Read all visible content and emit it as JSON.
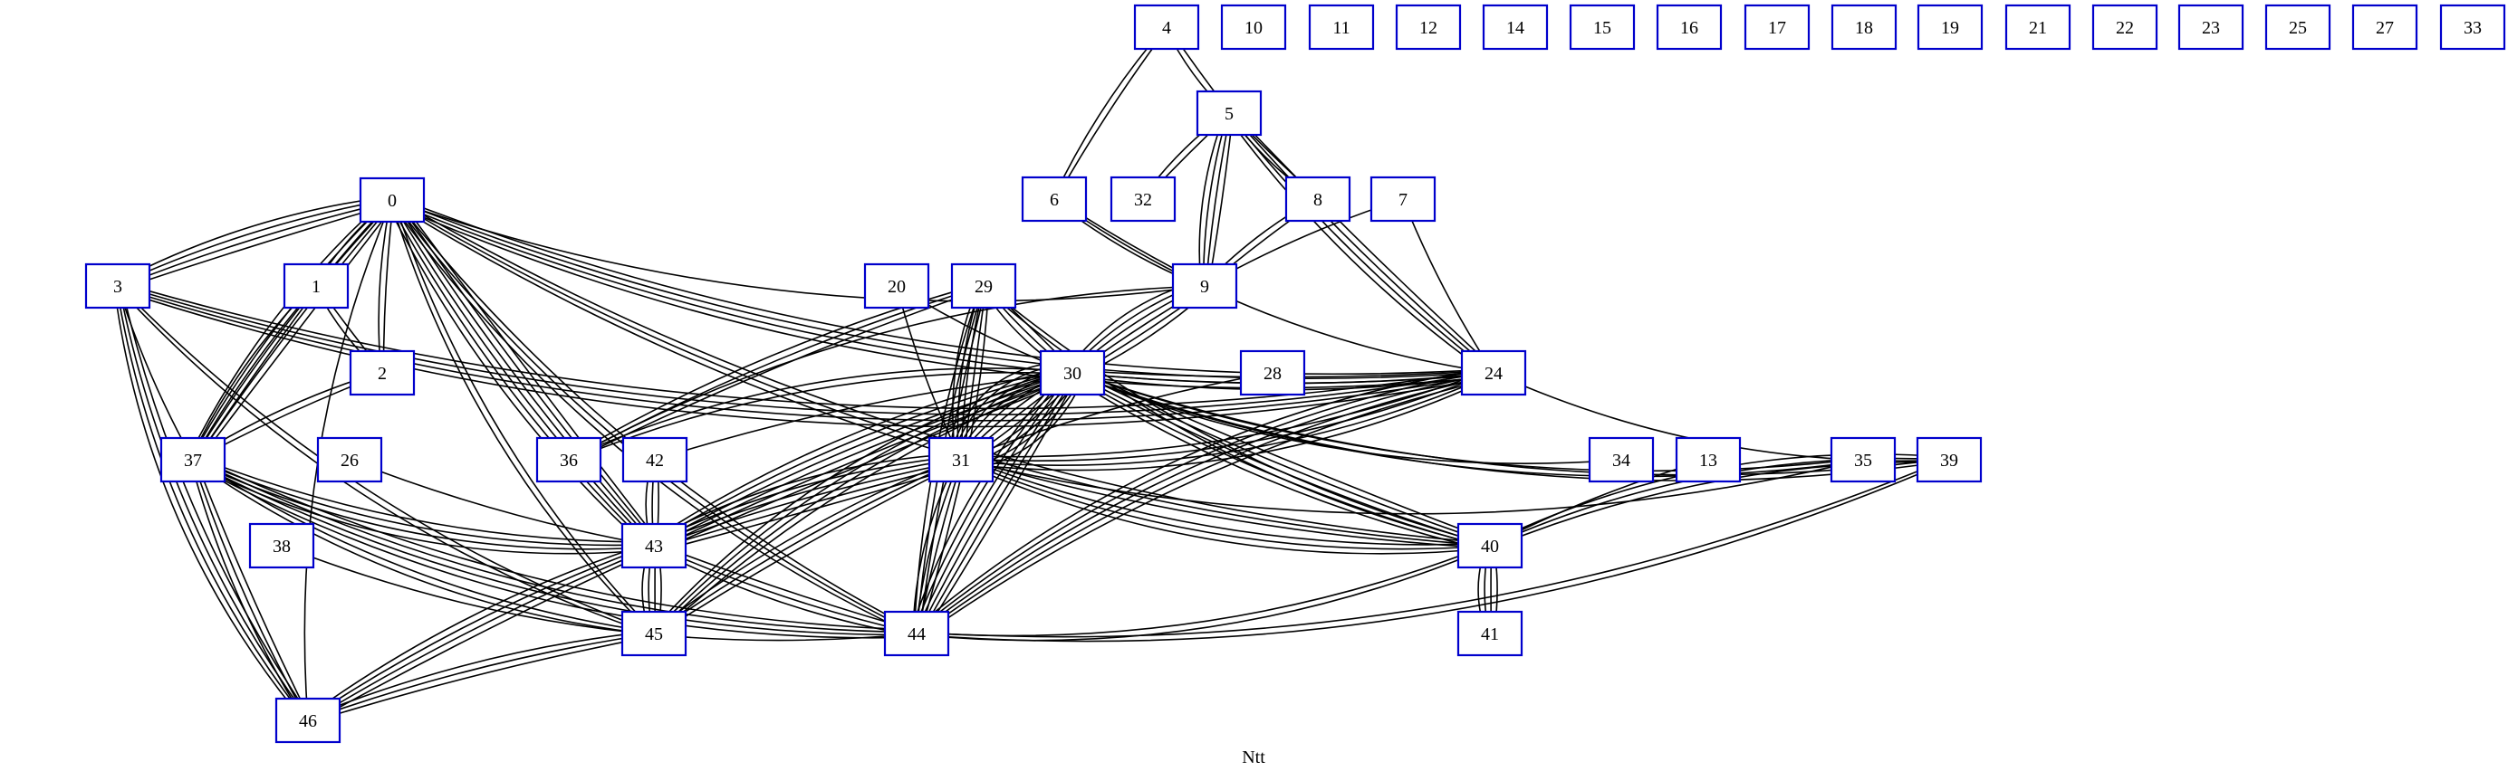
{
  "graph": {
    "title": "Ntt",
    "node_border_color": "#0000cc",
    "edge_color": "#000000",
    "nodes": [
      {
        "id": "0",
        "label": "0"
      },
      {
        "id": "1",
        "label": "1"
      },
      {
        "id": "2",
        "label": "2"
      },
      {
        "id": "3",
        "label": "3"
      },
      {
        "id": "4",
        "label": "4"
      },
      {
        "id": "5",
        "label": "5"
      },
      {
        "id": "6",
        "label": "6"
      },
      {
        "id": "7",
        "label": "7"
      },
      {
        "id": "8",
        "label": "8"
      },
      {
        "id": "9",
        "label": "9"
      },
      {
        "id": "10",
        "label": "10"
      },
      {
        "id": "11",
        "label": "11"
      },
      {
        "id": "12",
        "label": "12"
      },
      {
        "id": "13",
        "label": "13"
      },
      {
        "id": "14",
        "label": "14"
      },
      {
        "id": "15",
        "label": "15"
      },
      {
        "id": "16",
        "label": "16"
      },
      {
        "id": "17",
        "label": "17"
      },
      {
        "id": "18",
        "label": "18"
      },
      {
        "id": "19",
        "label": "19"
      },
      {
        "id": "20",
        "label": "20"
      },
      {
        "id": "21",
        "label": "21"
      },
      {
        "id": "22",
        "label": "22"
      },
      {
        "id": "23",
        "label": "23"
      },
      {
        "id": "24",
        "label": "24"
      },
      {
        "id": "25",
        "label": "25"
      },
      {
        "id": "26",
        "label": "26"
      },
      {
        "id": "27",
        "label": "27"
      },
      {
        "id": "28",
        "label": "28"
      },
      {
        "id": "29",
        "label": "29"
      },
      {
        "id": "30",
        "label": "30"
      },
      {
        "id": "31",
        "label": "31"
      },
      {
        "id": "32",
        "label": "32"
      },
      {
        "id": "33",
        "label": "33"
      },
      {
        "id": "34",
        "label": "34"
      },
      {
        "id": "35",
        "label": "35"
      },
      {
        "id": "36",
        "label": "36"
      },
      {
        "id": "37",
        "label": "37"
      },
      {
        "id": "38",
        "label": "38"
      },
      {
        "id": "39",
        "label": "39"
      },
      {
        "id": "40",
        "label": "40"
      },
      {
        "id": "41",
        "label": "41"
      },
      {
        "id": "42",
        "label": "42"
      },
      {
        "id": "43",
        "label": "43"
      },
      {
        "id": "44",
        "label": "44"
      },
      {
        "id": "45",
        "label": "45"
      },
      {
        "id": "46",
        "label": "46"
      }
    ],
    "edges": [
      [
        "4",
        "5",
        2
      ],
      [
        "4",
        "6",
        2
      ],
      [
        "5",
        "32",
        2
      ],
      [
        "5",
        "8",
        2
      ],
      [
        "5",
        "9",
        4
      ],
      [
        "5",
        "24",
        4
      ],
      [
        "6",
        "9",
        2
      ],
      [
        "6",
        "24",
        1
      ],
      [
        "7",
        "9",
        1
      ],
      [
        "7",
        "24",
        1
      ],
      [
        "8",
        "9",
        2
      ],
      [
        "9",
        "30",
        6
      ],
      [
        "9",
        "36",
        1
      ],
      [
        "0",
        "1",
        2
      ],
      [
        "0",
        "2",
        2
      ],
      [
        "0",
        "3",
        4
      ],
      [
        "0",
        "37",
        5
      ],
      [
        "0",
        "43",
        6
      ],
      [
        "0",
        "45",
        2
      ],
      [
        "0",
        "46",
        1
      ],
      [
        "0",
        "24",
        4
      ],
      [
        "0",
        "9",
        1
      ],
      [
        "0",
        "40",
        3
      ],
      [
        "0",
        "44",
        3
      ],
      [
        "1",
        "2",
        2
      ],
      [
        "1",
        "37",
        3
      ],
      [
        "2",
        "37",
        2
      ],
      [
        "3",
        "24",
        4
      ],
      [
        "3",
        "46",
        4
      ],
      [
        "3",
        "45",
        2
      ],
      [
        "3",
        "37",
        1
      ],
      [
        "37",
        "43",
        4
      ],
      [
        "37",
        "44",
        4
      ],
      [
        "37",
        "45",
        2
      ],
      [
        "37",
        "46",
        3
      ],
      [
        "26",
        "43",
        1
      ],
      [
        "38",
        "44",
        1
      ],
      [
        "20",
        "30",
        1
      ],
      [
        "20",
        "31",
        1
      ],
      [
        "29",
        "30",
        3
      ],
      [
        "29",
        "31",
        5
      ],
      [
        "29",
        "36",
        3
      ],
      [
        "29",
        "40",
        2
      ],
      [
        "29",
        "44",
        3
      ],
      [
        "30",
        "31",
        12
      ],
      [
        "30",
        "43",
        6
      ],
      [
        "30",
        "44",
        6
      ],
      [
        "30",
        "45",
        4
      ],
      [
        "30",
        "40",
        5
      ],
      [
        "30",
        "24",
        3
      ],
      [
        "30",
        "39",
        2
      ],
      [
        "30",
        "35",
        2
      ],
      [
        "30",
        "34",
        1
      ],
      [
        "30",
        "36",
        2
      ],
      [
        "30",
        "42",
        1
      ],
      [
        "31",
        "43",
        6
      ],
      [
        "31",
        "44",
        4
      ],
      [
        "31",
        "45",
        3
      ],
      [
        "31",
        "40",
        3
      ],
      [
        "31",
        "24",
        4
      ],
      [
        "31",
        "35",
        1
      ],
      [
        "42",
        "43",
        3
      ],
      [
        "43",
        "45",
        4
      ],
      [
        "43",
        "44",
        3
      ],
      [
        "43",
        "46",
        4
      ],
      [
        "45",
        "46",
        3
      ],
      [
        "24",
        "44",
        5
      ],
      [
        "24",
        "39",
        1
      ],
      [
        "28",
        "31",
        1
      ],
      [
        "13",
        "40",
        1
      ],
      [
        "39",
        "40",
        3
      ],
      [
        "40",
        "41",
        4
      ],
      [
        "44",
        "40",
        2
      ],
      [
        "44",
        "39",
        2
      ]
    ]
  }
}
